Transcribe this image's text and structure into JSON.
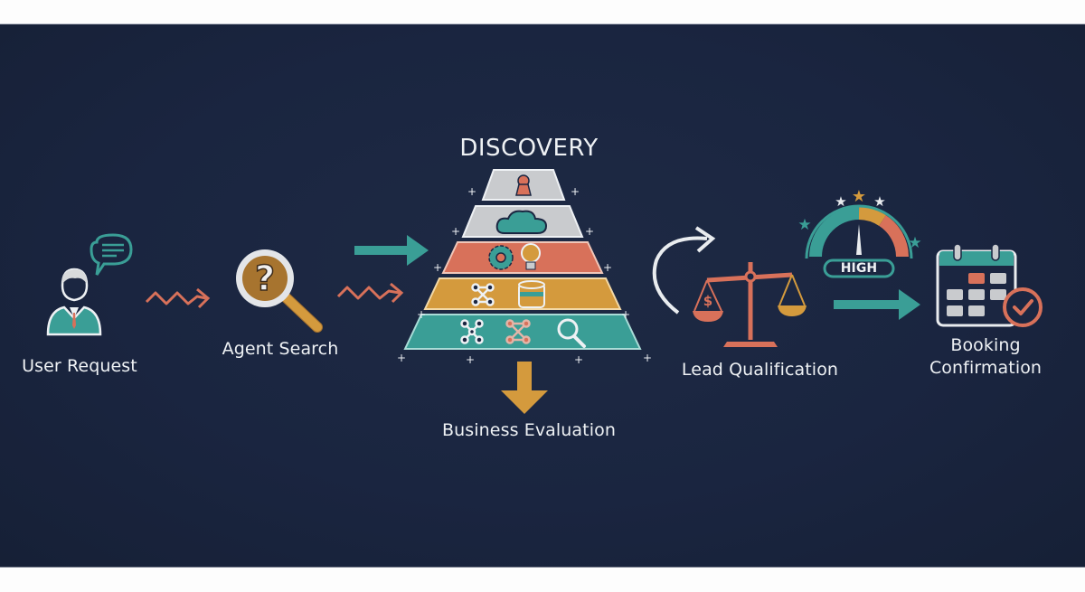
{
  "diagram": {
    "style": "chalkboard infographic",
    "background_color": "#1b2641",
    "colors": {
      "teal": "#3a9e96",
      "coral": "#d8715a",
      "amber": "#d49a3d",
      "chalk_white": "#e9ecef",
      "gray": "#c9cbce"
    },
    "steps": [
      {
        "id": "user-request",
        "label": "User Request",
        "icon": "user-with-speech-bubble-icon"
      },
      {
        "id": "agent-search",
        "label": "Agent Search",
        "icon": "magnifier-question-icon"
      },
      {
        "id": "discovery",
        "title": "DISCOVERY",
        "label": "Business Evaluation",
        "icon": "pyramid-icon",
        "tiers": [
          {
            "color": "gray",
            "icons": [
              "keyhole-icon"
            ]
          },
          {
            "color": "gray",
            "icons": [
              "cloud-icon"
            ]
          },
          {
            "color": "coral",
            "icons": [
              "gear-icon",
              "lightbulb-icon"
            ]
          },
          {
            "color": "amber",
            "icons": [
              "network-icon",
              "database-icon"
            ]
          },
          {
            "color": "teal",
            "icons": [
              "network-icon",
              "network-icon",
              "magnifier-icon"
            ]
          }
        ]
      },
      {
        "id": "lead-qualification",
        "label": "Lead Qualification",
        "icon": "balance-scale-icon",
        "gauge": {
          "badge": "HIGH",
          "stars": 5
        }
      },
      {
        "id": "booking-confirmation",
        "label_lines": [
          "Booking",
          "Confirmation"
        ],
        "icon": "calendar-check-icon"
      }
    ],
    "connectors": [
      {
        "from": "user-request",
        "to": "agent-search",
        "style": "zigzag-arrow",
        "color": "coral"
      },
      {
        "from": "agent-search",
        "to": "discovery",
        "style": "zigzag-arrow",
        "color": "coral"
      },
      {
        "from": "agent-search",
        "to": "discovery",
        "style": "straight-arrow",
        "color": "teal"
      },
      {
        "from": "discovery",
        "to": "business-evaluation",
        "style": "down-arrow",
        "color": "amber"
      },
      {
        "from": "discovery",
        "to": "lead-qualification",
        "style": "curved-arrow",
        "color": "chalk_white"
      },
      {
        "from": "lead-qualification",
        "to": "booking-confirmation",
        "style": "straight-arrow",
        "color": "teal"
      }
    ]
  }
}
